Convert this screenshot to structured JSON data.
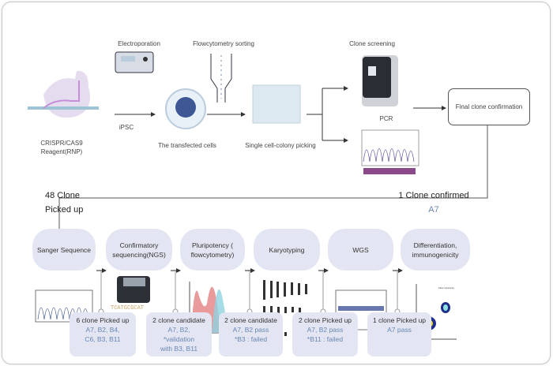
{
  "top_flow": {
    "crispr_label_1": "CRISPR/CAS9",
    "crispr_label_2": "Reagent(RNP)",
    "electroporation": "Electroporation",
    "ipsc": "iPSC",
    "transfected": "The transfected cells",
    "flow_sorting": "Flowcytometry sorting",
    "single_cell": "Single cell-colony picking",
    "clone_screening": "Clone screening",
    "pcr": "PCR",
    "final": "Final clone confirmation"
  },
  "summary": {
    "picked_1": "48 Clone",
    "picked_2": "Picked up",
    "confirmed": "1 Clone  confirmed",
    "confirmed_id": "A7"
  },
  "steps": [
    {
      "label": "Sanger Sequence"
    },
    {
      "label": "Confirmatory sequencing(NGS)"
    },
    {
      "label": "Pluripotency ( flowcytometry)"
    },
    {
      "label": "Karyotyping"
    },
    {
      "label": "WGS"
    },
    {
      "label": "Differentiation, immunogenicity"
    }
  ],
  "results": [
    {
      "head": "6 clone Picked up",
      "body": "A7, B2, B4,\nC6, B3, B11"
    },
    {
      "head": "2 clone candidate",
      "body": "A7, B2,\n*validation\nwith B3, B11"
    },
    {
      "head": "2 clone candidate",
      "body": "A7, B2 pass\n*B3 : failed"
    },
    {
      "head": "2 clone Picked up",
      "body": "A7, B2 pass\n*B11 : failed"
    },
    {
      "head": "1 clone Picked up",
      "body": "A7 pass"
    }
  ],
  "colors": {
    "pill": "#e3e6f2",
    "accent_text": "#6a86b4"
  }
}
